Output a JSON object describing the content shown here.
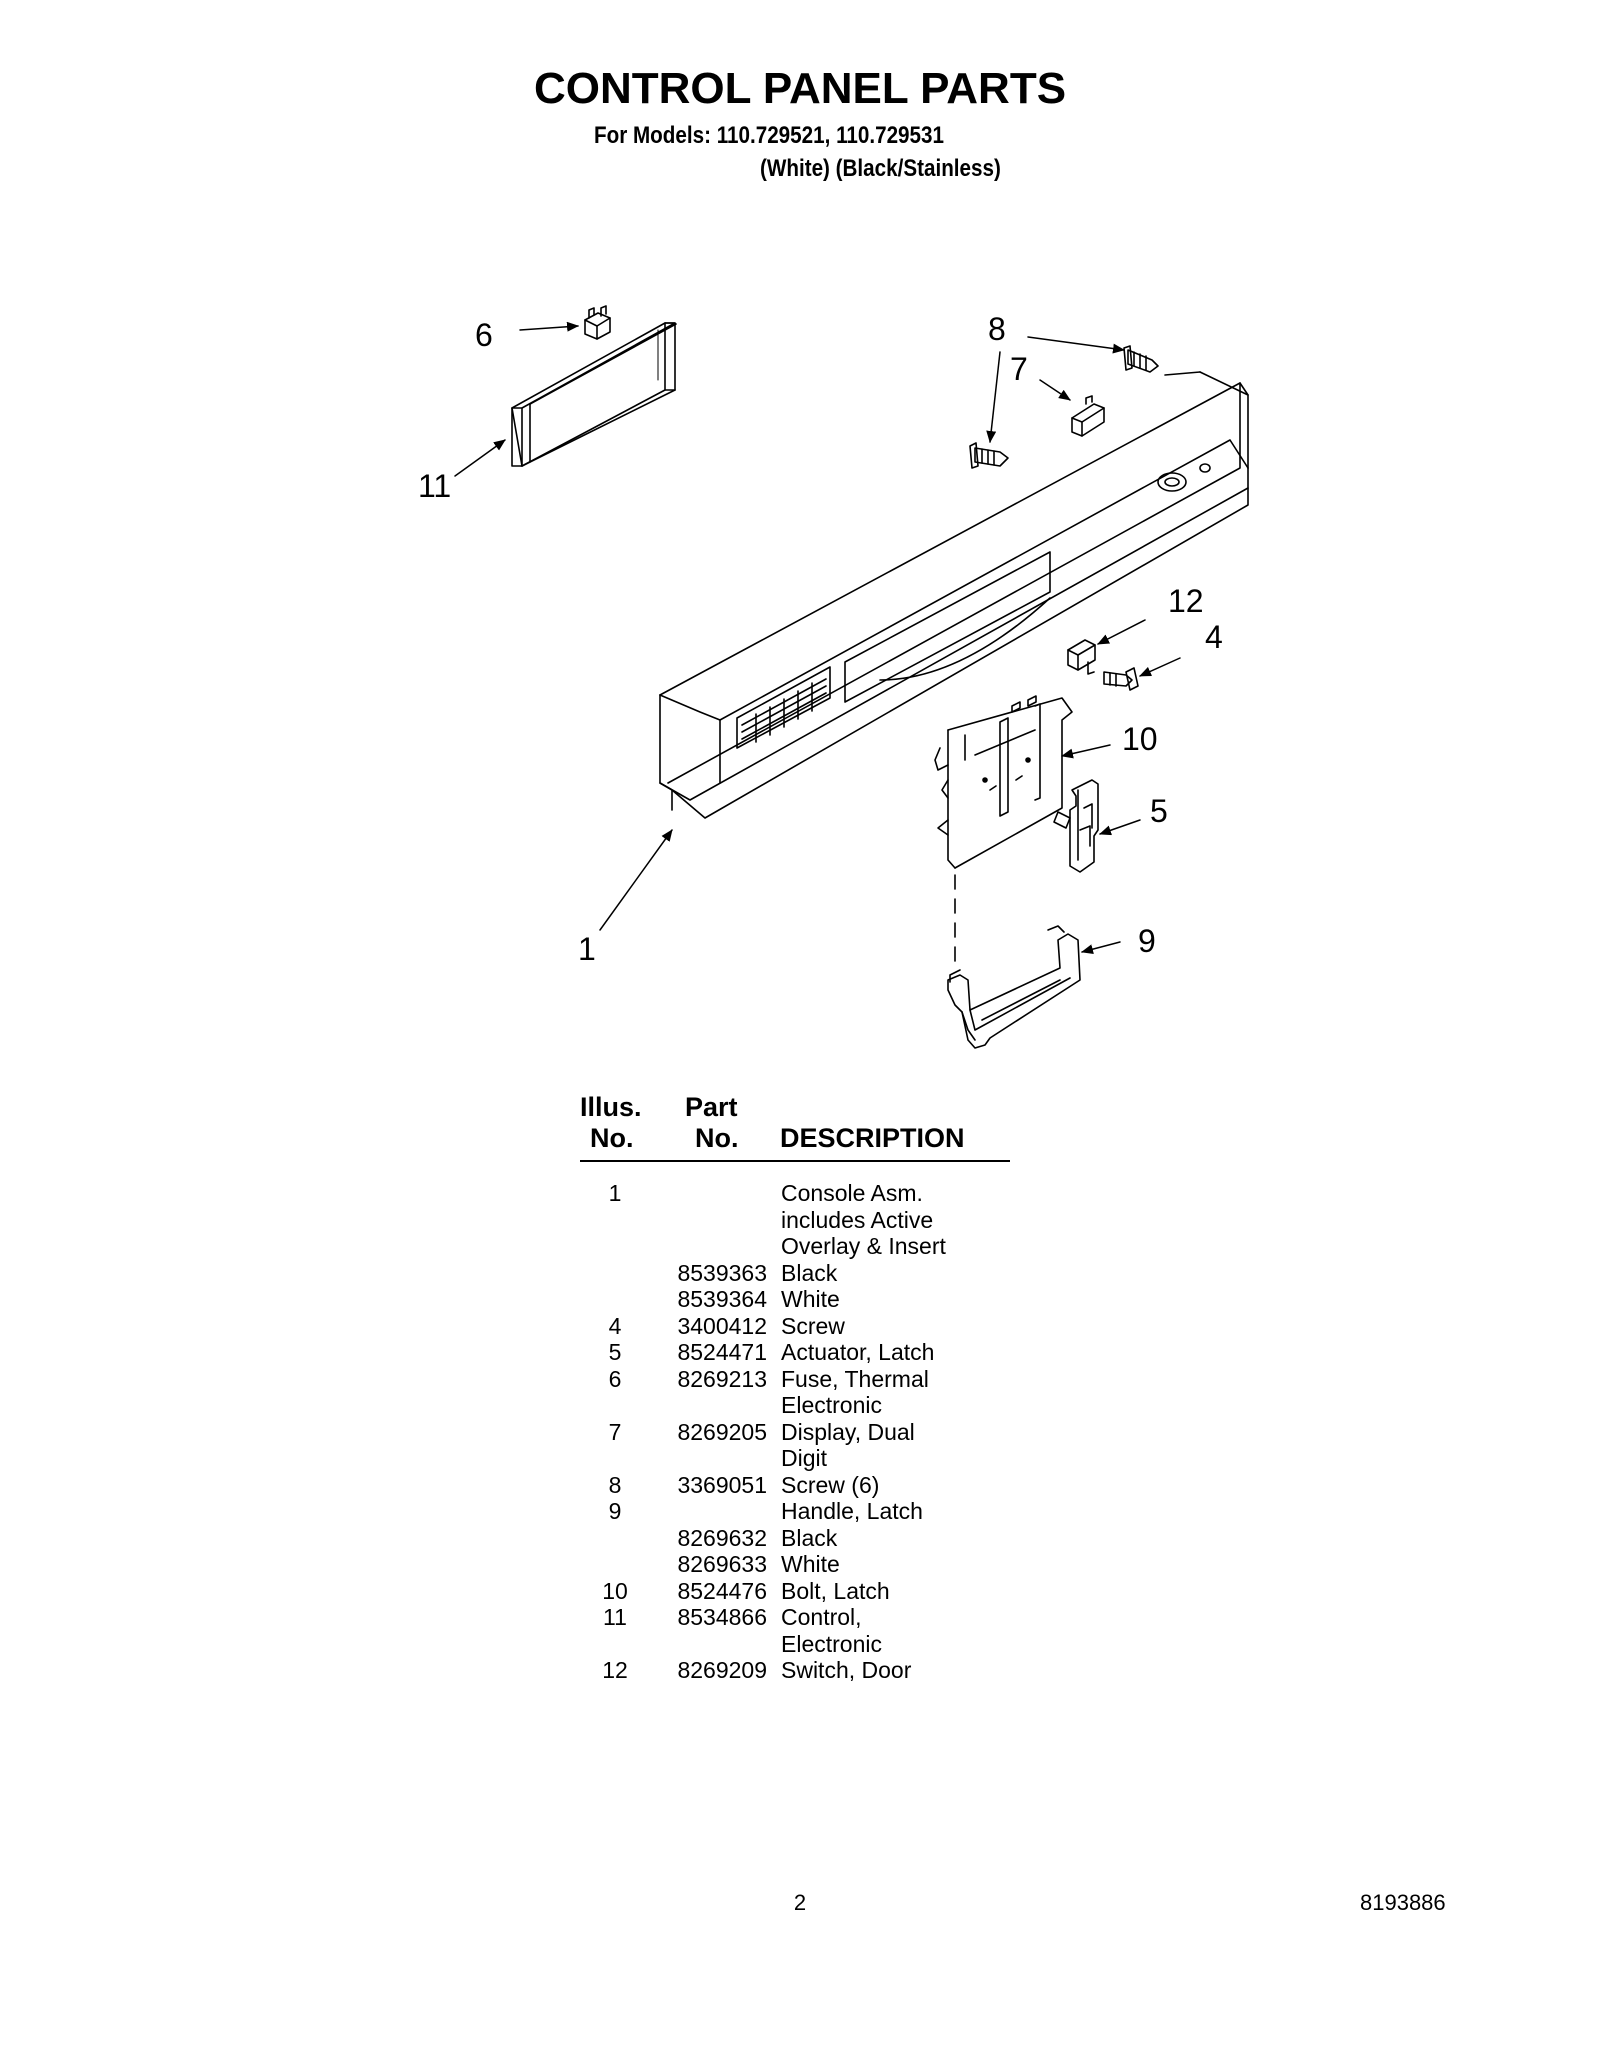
{
  "header": {
    "title": "CONTROL PANEL PARTS",
    "models_line": "For Models: 110.729521, 110.729531",
    "variants_line": "(White) (Black/Stainless)"
  },
  "diagram": {
    "callouts": [
      "1",
      "4",
      "5",
      "6",
      "7",
      "8",
      "9",
      "10",
      "11",
      "12"
    ]
  },
  "parts_table": {
    "columns": {
      "illus_top": "Illus.",
      "illus_bottom": "No.",
      "part_top": "Part",
      "part_bottom": "No.",
      "description": "DESCRIPTION"
    },
    "rows": [
      {
        "illus": "1",
        "part": "",
        "desc": "Console Asm."
      },
      {
        "illus": "",
        "part": "",
        "desc": "includes Active"
      },
      {
        "illus": "",
        "part": "",
        "desc": "Overlay & Insert"
      },
      {
        "illus": "",
        "part": "8539363",
        "desc": "Black"
      },
      {
        "illus": "",
        "part": "8539364",
        "desc": "White"
      },
      {
        "illus": "4",
        "part": "3400412",
        "desc": "Screw"
      },
      {
        "illus": "5",
        "part": "8524471",
        "desc": "Actuator, Latch"
      },
      {
        "illus": "6",
        "part": "8269213",
        "desc": "Fuse, Thermal"
      },
      {
        "illus": "",
        "part": "",
        "desc": "Electronic"
      },
      {
        "illus": "7",
        "part": "8269205",
        "desc": "Display, Dual"
      },
      {
        "illus": "",
        "part": "",
        "desc": "Digit"
      },
      {
        "illus": "8",
        "part": "3369051",
        "desc": "Screw (6)"
      },
      {
        "illus": "9",
        "part": "",
        "desc": "Handle, Latch"
      },
      {
        "illus": "",
        "part": "8269632",
        "desc": "Black"
      },
      {
        "illus": "",
        "part": "8269633",
        "desc": "White"
      },
      {
        "illus": "10",
        "part": "8524476",
        "desc": "Bolt, Latch"
      },
      {
        "illus": "11",
        "part": "8534866",
        "desc": "Control,"
      },
      {
        "illus": "",
        "part": "",
        "desc": "Electronic"
      },
      {
        "illus": "12",
        "part": "8269209",
        "desc": "Switch, Door"
      }
    ]
  },
  "footer": {
    "page_number": "2",
    "document_number": "8193886"
  }
}
